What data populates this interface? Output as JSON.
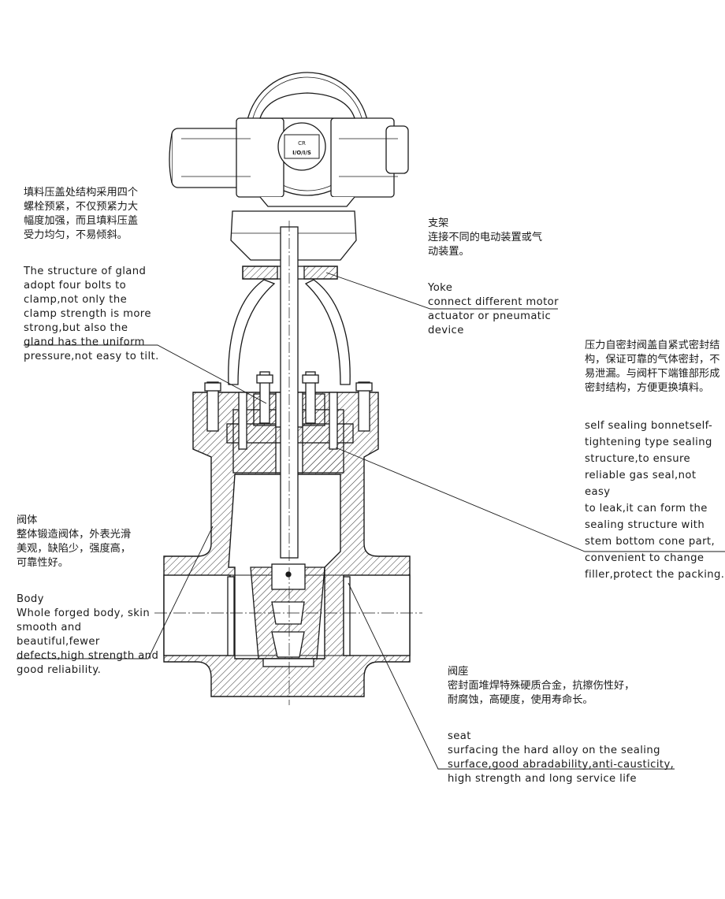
{
  "annotations": {
    "gland": {
      "zh": "填料压盖处结构采用四个\n螺栓预紧，不仅预紧力大\n幅度加强，而且填料压盖\n受力均匀，不易倾斜。",
      "en": "The structure of gland\nadopt four bolts to\nclamp,not only the\nclamp strength is more\nstrong,but also the\ngland has the uniform\npressure,not easy to tilt."
    },
    "yoke": {
      "zh": "支架\n连接不同的电动装置或气\n动装置。",
      "en": "Yoke\nconnect different motor\nactuator or pneumatic\ndevice"
    },
    "bonnet": {
      "zh": "压力自密封阀盖自紧式密封结\n构，保证可靠的气体密封，不\n易泄漏。与阀杆下端锥部形成\n密封结构，方便更换填料。",
      "en": "self sealing bonnetself-\ntightening type sealing\nstructure,to ensure\nreliable gas seal,not easy\nto leak,it can form the\nsealing structure with\nstem bottom cone part,\nconvenient to change\nfiller,protect the packing."
    },
    "body": {
      "zh": "阀体\n整体锻造阀体，外表光滑\n美观，缺陷少，强度高，\n可靠性好。",
      "en": "Body\nWhole forged body, skin\nsmooth and beautiful,fewer\ndefects,high strength and\ngood reliability."
    },
    "seat": {
      "zh": "阀座\n密封面堆焊特殊硬质合金，抗擦伤性好，\n耐腐蚀，高硬度，使用寿命长。",
      "en": "seat\nsurfacing the hard alloy on the sealing\nsurface,good abradability,anti-causticity,\nhigh strength and long service life"
    }
  },
  "actuator_plate": {
    "line1": "CR",
    "line2": "I/O/I/S"
  },
  "colors": {
    "line": "#1a1a1a",
    "hatch": "#333333",
    "background": "#ffffff"
  }
}
